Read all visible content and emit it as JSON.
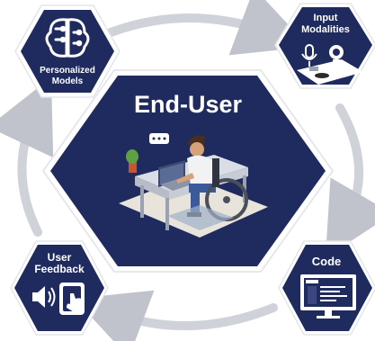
{
  "center": {
    "title": "End-User"
  },
  "nodes": {
    "personalized_models": {
      "line1": "Personalized",
      "line2": "Models",
      "icon": "brain-icon"
    },
    "input_modalities": {
      "line1": "Input",
      "line2": "Modalities",
      "icon": "microphone-webcam-icon"
    },
    "code": {
      "label": "Code",
      "icon": "monitor-code-icon"
    },
    "user_feedback": {
      "line1": "User",
      "line2": "Feedback",
      "icon": "speaker-touch-icon"
    }
  },
  "colors": {
    "navy": "#1f2a5e",
    "navy_border": "#ffffff",
    "arrow": "#c9ccd3",
    "accent_green": "#7bc043"
  }
}
